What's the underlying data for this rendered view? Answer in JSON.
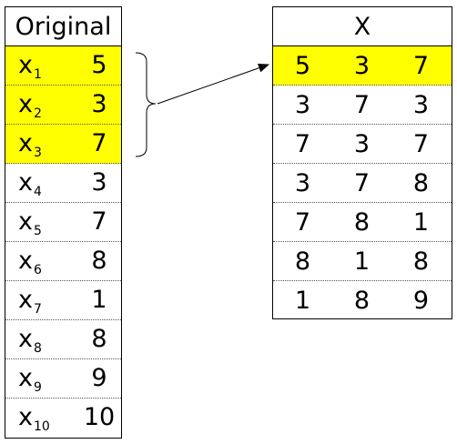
{
  "original": {
    "title": "Original",
    "rows": [
      {
        "var": "x",
        "sub": "1",
        "value": "5"
      },
      {
        "var": "x",
        "sub": "2",
        "value": "3"
      },
      {
        "var": "x",
        "sub": "3",
        "value": "7"
      },
      {
        "var": "x",
        "sub": "4",
        "value": "3"
      },
      {
        "var": "x",
        "sub": "5",
        "value": "7"
      },
      {
        "var": "x",
        "sub": "6",
        "value": "8"
      },
      {
        "var": "x",
        "sub": "7",
        "value": "1"
      },
      {
        "var": "x",
        "sub": "8",
        "value": "8"
      },
      {
        "var": "x",
        "sub": "9",
        "value": "9"
      },
      {
        "var": "x",
        "sub": "10",
        "value": "10"
      }
    ]
  },
  "matrix": {
    "title": "X",
    "rows": [
      [
        "5",
        "3",
        "7"
      ],
      [
        "3",
        "7",
        "3"
      ],
      [
        "7",
        "3",
        "7"
      ],
      [
        "3",
        "7",
        "8"
      ],
      [
        "7",
        "8",
        "1"
      ],
      [
        "8",
        "1",
        "8"
      ],
      [
        "1",
        "8",
        "9"
      ]
    ]
  },
  "colors": {
    "highlight": "#ffff00",
    "border": "#000000"
  }
}
